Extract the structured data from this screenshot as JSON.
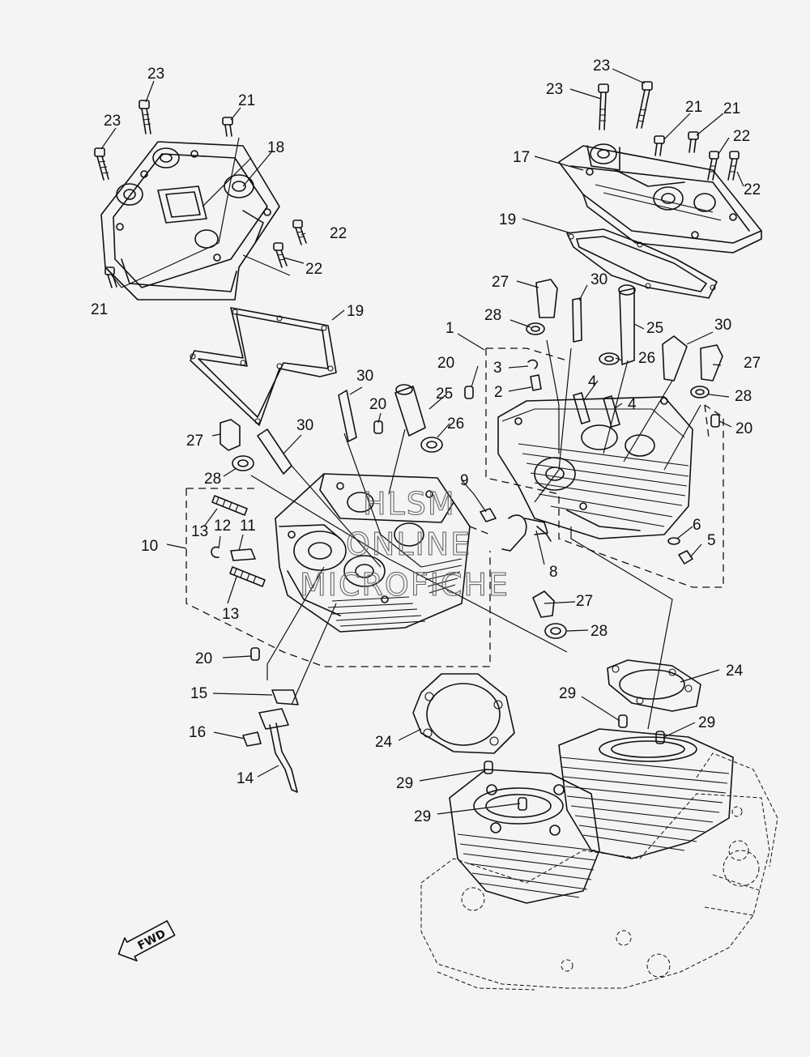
{
  "diagram": {
    "callouts": {
      "c1": "1",
      "c2": "2",
      "c3": "3",
      "c4a": "4",
      "c4b": "4",
      "c5": "5",
      "c6": "6",
      "c8": "8",
      "c9": "9",
      "c10": "10",
      "c11": "11",
      "c12": "12",
      "c13a": "13",
      "c13b": "13",
      "c14": "14",
      "c15": "15",
      "c16": "16",
      "c17": "17",
      "c18": "18",
      "c19a": "19",
      "c19b": "19",
      "c20a": "20",
      "c20b": "20",
      "c20c": "20",
      "c20d": "20",
      "c21a": "21",
      "c21b": "21",
      "c21c": "21",
      "c21d": "21",
      "c22a": "22",
      "c22b": "22",
      "c22c": "22",
      "c22d": "22",
      "c23a": "23",
      "c23b": "23",
      "c23c": "23",
      "c23d": "23",
      "c24a": "24",
      "c24b": "24",
      "c25a": "25",
      "c25b": "25",
      "c26a": "26",
      "c26b": "26",
      "c27a": "27",
      "c27b": "27",
      "c27c": "27",
      "c27d": "27",
      "c28a": "28",
      "c28b": "28",
      "c28c": "28",
      "c28d": "28",
      "c29a": "29",
      "c29b": "29",
      "c29c": "29",
      "c29d": "29",
      "c30a": "30",
      "c30b": "30",
      "c30c": "30"
    },
    "watermark": {
      "line1": "HLSM",
      "line2": "ONLINE",
      "line3": "MICROFICHE"
    },
    "fwd_arrow": {
      "label": "FWD",
      "icon": "fwd-arrow-icon"
    }
  }
}
